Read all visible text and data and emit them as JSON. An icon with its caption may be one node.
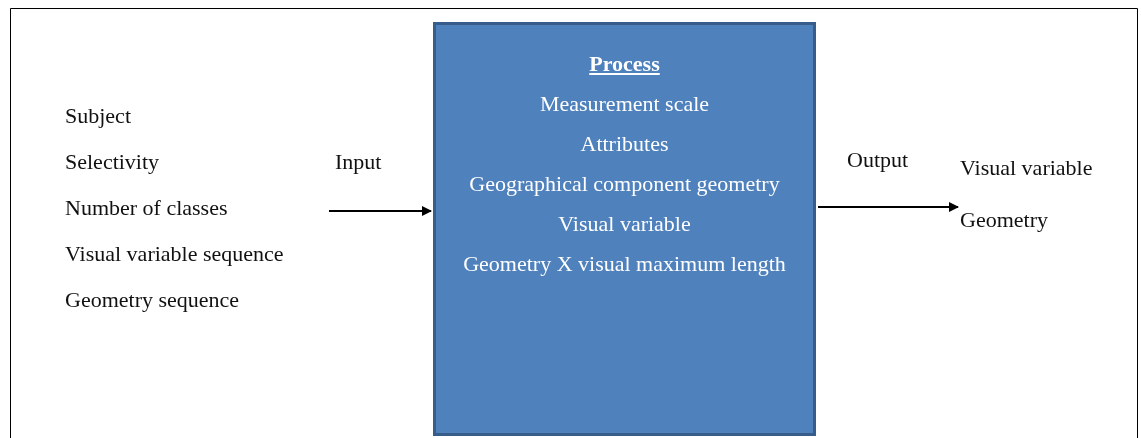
{
  "diagram": {
    "nodes": [
      {
        "text": [
          "Subject",
          "Selectivity",
          "Number of classes",
          "Visual variable sequence",
          "Geometry sequence"
        ]
      },
      {
        "text": [
          "Process",
          "Measurement scale",
          "Attributes",
          "Geographical component geometry",
          "Visual variable",
          "Geometry X visual maximum length"
        ]
      },
      {
        "text": [
          "Visual variable",
          "Geometry"
        ]
      }
    ],
    "edges": [
      {
        "from": 0,
        "to": 1,
        "arrow": "to",
        "label": "Input"
      },
      {
        "from": 1,
        "to": 2,
        "arrow": "to",
        "label": "Output"
      }
    ]
  }
}
